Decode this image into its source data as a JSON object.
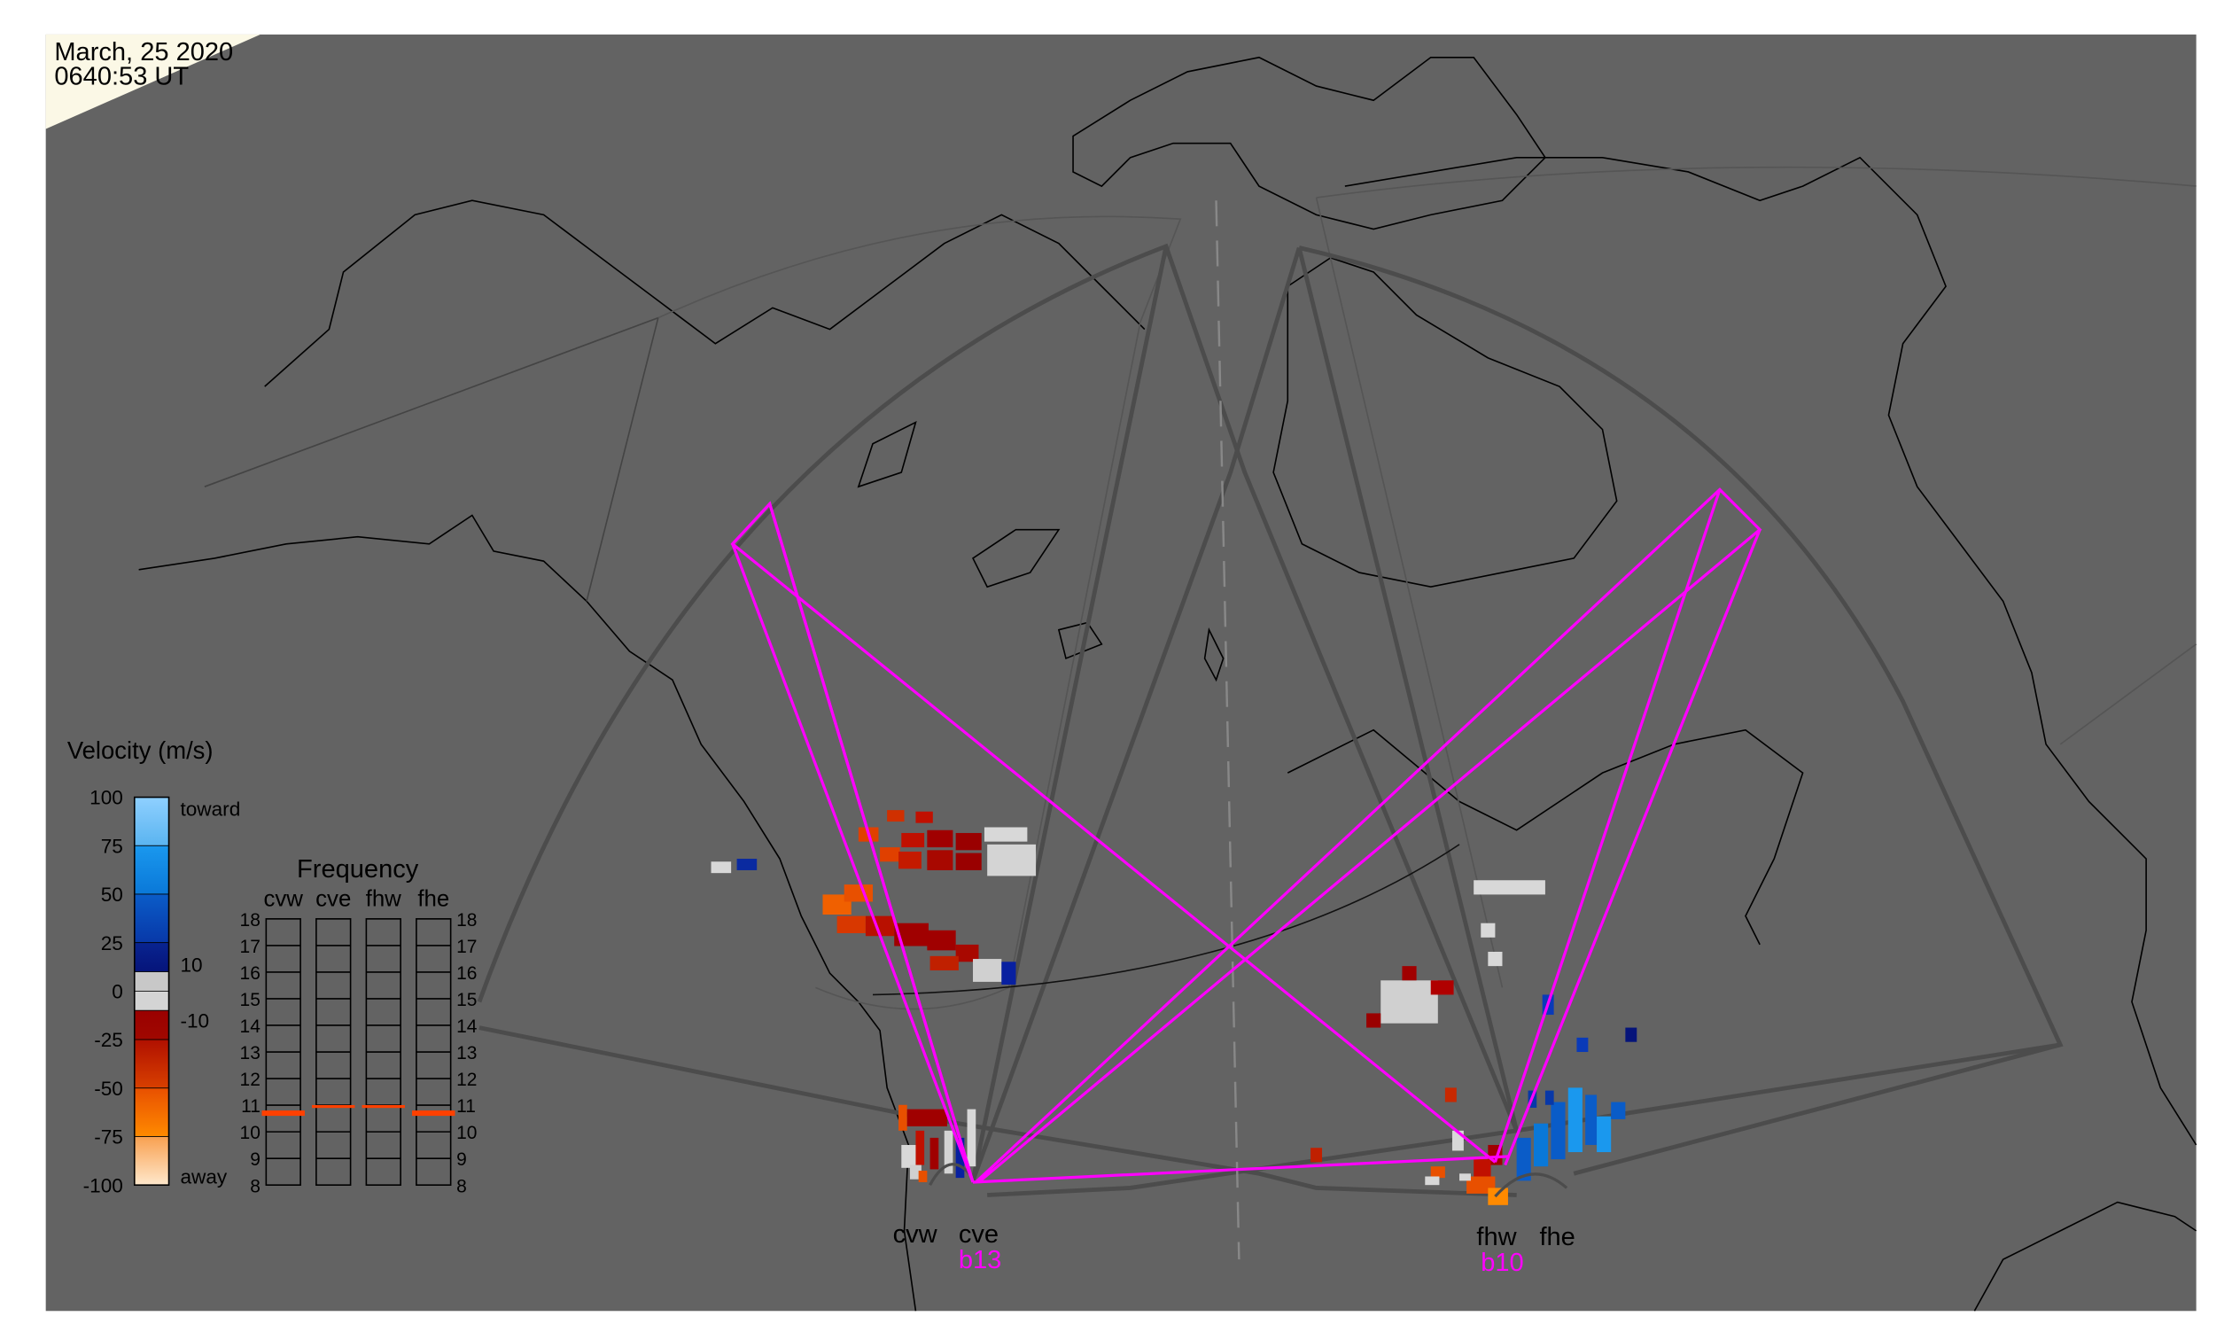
{
  "header": {
    "date": "March, 25 2020",
    "time": "0640:53 UT"
  },
  "colorbar": {
    "title": "Velocity (m/s)",
    "ticks": [
      "100",
      "75",
      "50",
      "25",
      "0",
      "-25",
      "-50",
      "-75",
      "-100"
    ],
    "tick_values": [
      100,
      75,
      50,
      25,
      0,
      -25,
      -50,
      -75,
      -100
    ],
    "label_toward": "toward",
    "label_away": "away",
    "label_pos": "10",
    "label_neg": "-10",
    "segments": [
      {
        "from": 100,
        "to": 75,
        "color": "#8fd0ff",
        "color2": "#5ab4f0"
      },
      {
        "from": 75,
        "to": 50,
        "color": "#1a98ee",
        "color2": "#0a78d8"
      },
      {
        "from": 50,
        "to": 25,
        "color": "#0a5cc8",
        "color2": "#0838a8"
      },
      {
        "from": 25,
        "to": 10,
        "color": "#082490",
        "color2": "#06147a"
      },
      {
        "from": 10,
        "to": 0,
        "color": "#c8c8c8",
        "color2": "#c8c8c8"
      },
      {
        "from": 0,
        "to": -10,
        "color": "#d4d4d4",
        "color2": "#d4d4d4"
      },
      {
        "from": -10,
        "to": -25,
        "color": "#9a0000",
        "color2": "#a00800"
      },
      {
        "from": -25,
        "to": -50,
        "color": "#b01000",
        "color2": "#d84000"
      },
      {
        "from": -50,
        "to": -75,
        "color": "#e85000",
        "color2": "#ff8a00"
      },
      {
        "from": -75,
        "to": -100,
        "color": "#f8a050",
        "color2": "#ffe8cc"
      }
    ]
  },
  "frequency": {
    "title": "Frequency",
    "radars": [
      "cvw",
      "cve",
      "fhw",
      "fhe"
    ],
    "ticks": [
      "18",
      "17",
      "16",
      "15",
      "14",
      "13",
      "12",
      "11",
      "10",
      "9",
      "8"
    ],
    "range_mhz": [
      8,
      18
    ],
    "active_mhz": [
      [
        10.6,
        10.8
      ],
      [
        10.95,
        10.95
      ],
      [
        10.95,
        10.95
      ],
      [
        10.6,
        10.8
      ]
    ],
    "marker_color": "#ff4000"
  },
  "radars": [
    {
      "name": "cvw"
    },
    {
      "name": "cve"
    },
    {
      "name": "fhw"
    },
    {
      "name": "fhe"
    }
  ],
  "beams": [
    {
      "label": "b13",
      "radar": "cve"
    },
    {
      "label": "b10",
      "radar": "fhw"
    }
  ],
  "colors": {
    "background": "#636363",
    "beam": "#ff00ff",
    "fov": "#4a4a4a",
    "coast": "#000000"
  }
}
